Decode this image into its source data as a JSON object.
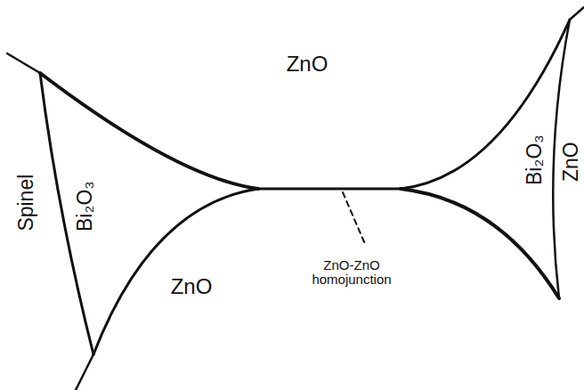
{
  "diagram": {
    "labels": [
      "ZnO",
      "Spinel",
      "Bi₂O₃",
      "Bi₂O₃",
      "ZnO",
      "ZnO",
      "ZnO-ZnO homojunction"
    ]
  }
}
